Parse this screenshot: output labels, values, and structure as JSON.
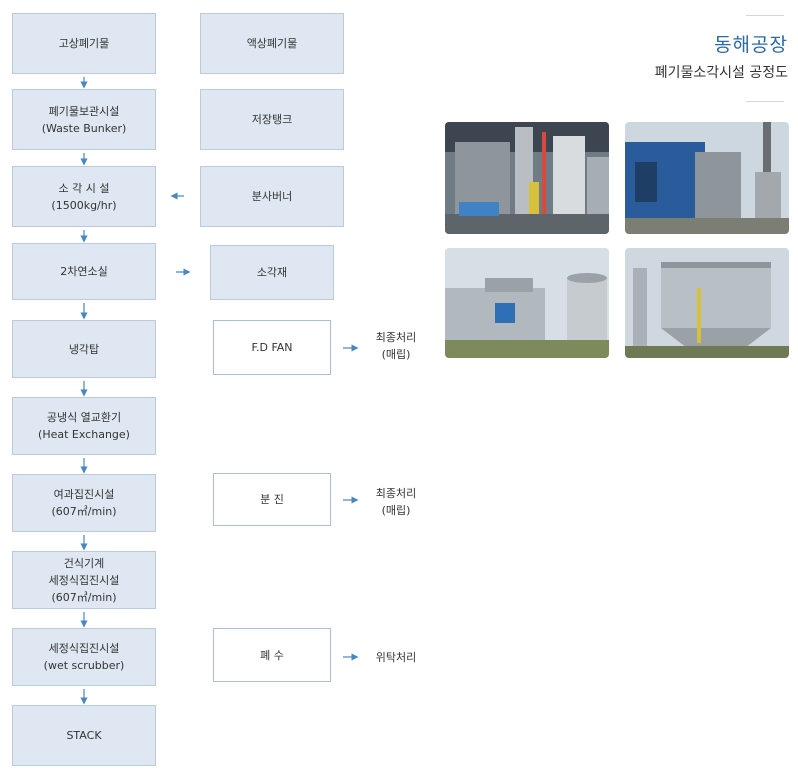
{
  "title": {
    "main": "동해공장",
    "sub": "폐기물소각시설 공정도"
  },
  "left_column": [
    {
      "lines": [
        "고상폐기물"
      ]
    },
    {
      "lines": [
        "폐기물보관시설",
        "(Waste Bunker)"
      ]
    },
    {
      "lines": [
        "소 각 시 설",
        "(1500kg/hr)"
      ]
    },
    {
      "lines": [
        "2차연소실"
      ]
    },
    {
      "lines": [
        "냉각탑"
      ]
    },
    {
      "lines": [
        "공냉식 열교환기",
        "(Heat Exchange)"
      ]
    },
    {
      "lines": [
        "여과집진시설",
        "(607㎥/min)"
      ]
    },
    {
      "lines": [
        "건식기계",
        "세정식집진시설",
        "(607㎥/min)"
      ]
    },
    {
      "lines": [
        "세정식집진시설",
        "(wet scrubber)"
      ]
    },
    {
      "lines": [
        "STACK"
      ]
    }
  ],
  "right_column": [
    {
      "lines": [
        "액상폐기물"
      ]
    },
    {
      "lines": [
        "저장탱크"
      ]
    },
    {
      "lines": [
        "분사버너"
      ]
    },
    {
      "lines": [
        "소각재"
      ]
    },
    {
      "lines": [
        "F.D FAN"
      ]
    },
    {
      "lines": [
        "분 진"
      ]
    },
    {
      "lines": [
        "폐 수"
      ]
    }
  ],
  "outcomes": [
    {
      "lines": [
        "최종처리",
        "(매립)"
      ]
    },
    {
      "lines": [
        "최종처리",
        "(매립)"
      ]
    },
    {
      "lines": [
        "위탁처리"
      ]
    }
  ],
  "photos": [
    "incinerator-plant-photo",
    "bunker-building-photo",
    "storage-tanks-photo",
    "bag-filter-photo"
  ],
  "colors": {
    "box_fill": "#dfe8f2",
    "box_border": "#bccbdc",
    "arrow": "#4a86c0",
    "title_blue": "#2c6aa3"
  }
}
